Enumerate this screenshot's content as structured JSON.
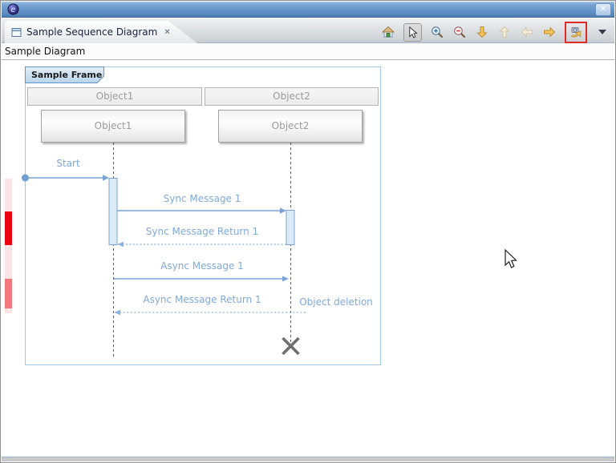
{
  "window": {
    "titlebar": {
      "app_icon": "eclipse-logo-icon",
      "close_glyph": "✕"
    }
  },
  "editor_tab": {
    "icon": "diagram-editor-icon",
    "title": "Sample Sequence Diagram",
    "close_glyph": "✕"
  },
  "toolbar": {
    "items": [
      {
        "name": "home",
        "state": "enabled"
      },
      {
        "name": "select-cursor",
        "state": "pressed"
      },
      {
        "name": "zoom-in",
        "state": "enabled"
      },
      {
        "name": "zoom-out",
        "state": "enabled"
      },
      {
        "name": "navigate-down",
        "state": "enabled"
      },
      {
        "name": "navigate-up",
        "state": "disabled"
      },
      {
        "name": "navigate-back",
        "state": "disabled"
      },
      {
        "name": "navigate-forward",
        "state": "enabled"
      },
      {
        "name": "filters",
        "state": "highlighted-red"
      },
      {
        "name": "view-menu",
        "state": "enabled"
      }
    ],
    "highlight_color": "#df2b28"
  },
  "breadcrumb": {
    "label": "Sample Diagram"
  },
  "diagram": {
    "frame_label": "Sample Frame",
    "lifelines": [
      {
        "header": "Object1",
        "box": "Object1"
      },
      {
        "header": "Object2",
        "box": "Object2"
      }
    ],
    "messages": [
      {
        "label": "Start",
        "kind": "sync",
        "from": "frame-edge",
        "to": "Object1"
      },
      {
        "label": "Sync Message 1",
        "kind": "sync",
        "from": "Object1",
        "to": "Object2"
      },
      {
        "label": "Sync Message Return 1",
        "kind": "return",
        "from": "Object2",
        "to": "Object1"
      },
      {
        "label": "Async Message 1",
        "kind": "async",
        "from": "Object1",
        "to": "Object2"
      },
      {
        "label": "Async Message Return 1",
        "kind": "return",
        "from": "Object2",
        "to": "Object1"
      }
    ],
    "annotations": [
      {
        "label": "Object deletion",
        "kind": "destruction-cross",
        "target": "Object2"
      }
    ],
    "colors": {
      "message_line": "#7aa4d6",
      "message_text": "#7fa9da",
      "frame_border": "#a5c7e7",
      "activation_fill": "#dcebf8",
      "lifeline": "#5f5f5f",
      "destruction_cross": "#6f6f6f"
    }
  },
  "overview_ruler": {
    "markers": [
      {
        "kind": "range-band",
        "color": "#fbe3e6"
      },
      {
        "kind": "error-marker",
        "color": "#ea010f"
      },
      {
        "kind": "warning-marker",
        "color": "#f3787e"
      }
    ]
  }
}
